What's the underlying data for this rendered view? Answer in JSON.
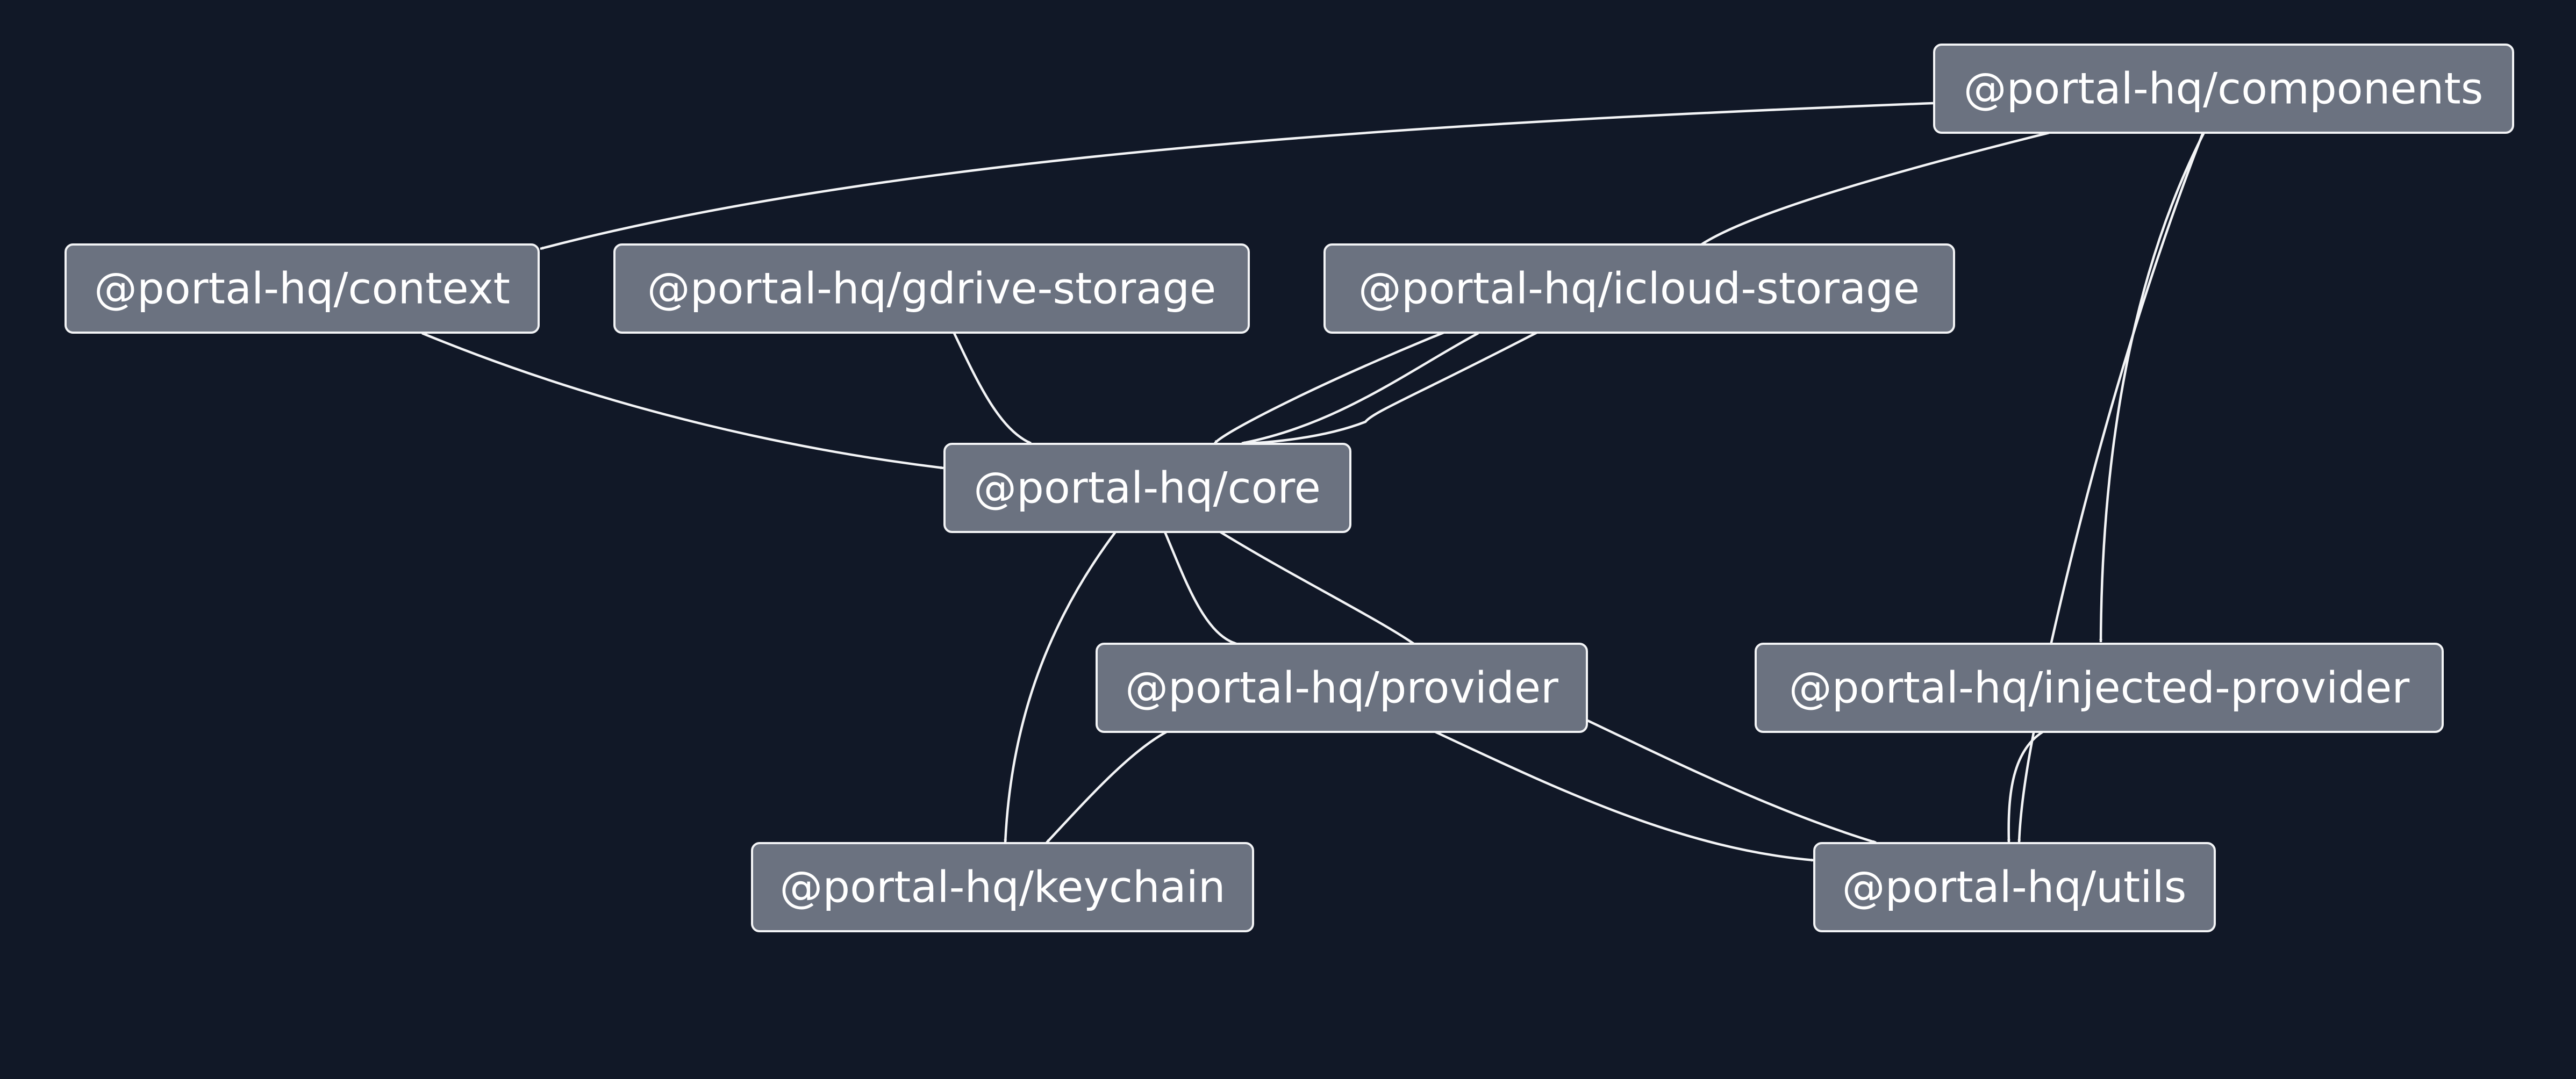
{
  "diagram": {
    "background": "#111827",
    "node_fill": "#6b7280",
    "line_color": "#f3f4f6",
    "nodes": [
      {
        "id": "components",
        "label": "@portal-hq/components"
      },
      {
        "id": "context",
        "label": "@portal-hq/context"
      },
      {
        "id": "gdrive",
        "label": "@portal-hq/gdrive-storage"
      },
      {
        "id": "icloud",
        "label": "@portal-hq/icloud-storage"
      },
      {
        "id": "core",
        "label": "@portal-hq/core"
      },
      {
        "id": "provider",
        "label": "@portal-hq/provider"
      },
      {
        "id": "injected",
        "label": "@portal-hq/injected-provider"
      },
      {
        "id": "keychain",
        "label": "@portal-hq/keychain"
      },
      {
        "id": "utils",
        "label": "@portal-hq/utils"
      }
    ],
    "edges": [
      {
        "from": "components",
        "to": "context"
      },
      {
        "from": "components",
        "to": "core"
      },
      {
        "from": "components",
        "to": "injected"
      },
      {
        "from": "components",
        "to": "utils"
      },
      {
        "from": "context",
        "to": "core"
      },
      {
        "from": "gdrive",
        "to": "core"
      },
      {
        "from": "icloud",
        "to": "core"
      },
      {
        "from": "core",
        "to": "keychain"
      },
      {
        "from": "core",
        "to": "provider"
      },
      {
        "from": "core",
        "to": "utils"
      },
      {
        "from": "provider",
        "to": "keychain"
      },
      {
        "from": "provider",
        "to": "utils"
      },
      {
        "from": "injected",
        "to": "utils"
      }
    ]
  }
}
